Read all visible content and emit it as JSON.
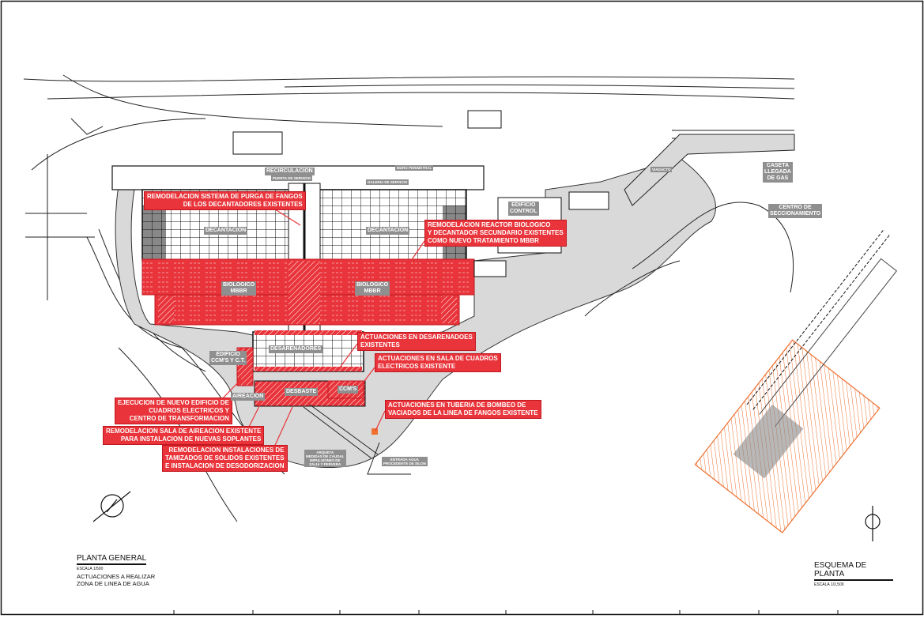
{
  "callouts": {
    "purga": "REMODELACION SISTEMA DE PURGA DE FANGOS\n          DE LOS DECANTADORES EXISTENTES",
    "reactor": "REMODELACION REACTOR BIOLOGICO\nY DECANTADOR SECUNDARIO EXISTENTES\nCOMO NUEVO TRATAMIENTO MBBR",
    "desarenadores": "ACTUACIONES EN DESARENADOES\nEXISTENTES",
    "sala_cuadros": "ACTUACIONES EN SALA DE CUADROS\nELECTRICOS EXISTENTE",
    "tuberia": "ACTUACIONES EN TUBERIA DE BOMBEO DE\nVACIADOS DE LA LINEA DE FANGOS EXISTENTE",
    "nuevo_edificio": "EJECUCION DE NUEVO EDIFICIO DE\nCUADROS ELECTRICOS Y\nCENTRO DE TRANSFORMACION",
    "aireacion": "REMODELACION SALA DE AIREACION EXISTENTE\nPARA INSTALACION DE NUEVAS SOPLANTES",
    "tamizados": "REMODELACION INSTALACIONES DE\nTAMIZADOS DE SOLIDOS EXISTENTES\nE INSTALACION DE DESODORIZACION"
  },
  "labels": {
    "recirculacion": "RECIRCULACION",
    "puerta": "PUERTA DE SERVICIO",
    "muro": "MURO PERIMETRAL",
    "galeria": "GALERIA DE SERVICIO",
    "decantacion_1": "DECANTACION",
    "decantacion_2": "DECANTACION",
    "biologico_1": "BIOLOGICO\nMBBR",
    "biologico_2": "BIOLOGICO\nMBBR",
    "edificio_control": "EDIFICIO\nCONTROL",
    "desarenadores": "DESARENADORES",
    "edificio_ccm": "EDIFICIO\nCCM'S Y C.T.",
    "aireacion": "AIREACION",
    "desbaste": "DESBASTE",
    "ccms": "CCM'S",
    "arqueta": "ARQUETA\nMEDIDAS DE CAUDAL\nIMPULSIONES DE\nZALIA Y PERVERA",
    "entrada": "ENTRADA AGUA\nPROCEDENTE DE SILON",
    "viaducto": "VIADUCTO",
    "caseta": "CASETA\nLLEGADA\nDE GAS",
    "centro": "CENTRO DE\nSECCIONAMIENTO"
  },
  "planta_general": {
    "title": "PLANTA GENERAL",
    "scale": "ESCALA 1/500",
    "subtitle": "ACTUACIONES A REALIZAR\nZONA DE LINEA DE AGUA"
  },
  "esquema": {
    "title": "ESQUEMA DE PLANTA",
    "scale": "ESCALA 1/2,500"
  },
  "colors": {
    "red": "#e8343a",
    "gray_label": "#8f8f8f",
    "fill": "#d9d9d9",
    "orange": "#f07030"
  }
}
